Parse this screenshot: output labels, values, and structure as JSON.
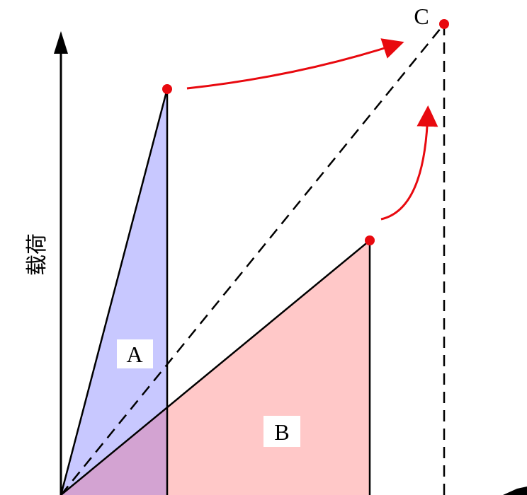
{
  "diagram": {
    "y_axis_label": "载荷",
    "region_a_label": "A",
    "region_b_label": "B",
    "point_c_label": "C",
    "colors": {
      "region_a_fill": "#c8c8ff",
      "region_b_fill": "#ffc8c8",
      "overlap_fill": "#d3a3d2",
      "arrow": "#e8090f",
      "point": "#e8090f",
      "line": "#000000"
    }
  }
}
